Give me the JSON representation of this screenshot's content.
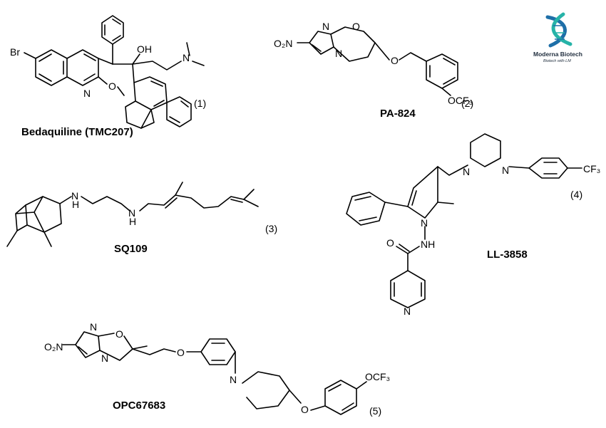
{
  "logo": {
    "brand": "Moderna Biotech",
    "tagline": "Biotech with LM",
    "colors": {
      "blue": "#1e6fa8",
      "teal": "#26b3a8",
      "dark": "#1f2d3d"
    }
  },
  "compounds": [
    {
      "id": "bedaquiline",
      "name": "Bedaquiline (TMC207)",
      "number": "(1)",
      "labels": {
        "br": "Br",
        "n": "N",
        "o": "O",
        "oh": "OH",
        "nme": "N"
      }
    },
    {
      "id": "pa824",
      "name": "PA-824",
      "number": "(2)",
      "labels": {
        "no2": "O₂N",
        "n1": "N",
        "n2": "N",
        "o_ring": "O",
        "o_ether": "O",
        "ocf3": "OCF₃"
      }
    },
    {
      "id": "sq109",
      "name": "SQ109",
      "number": "(3)",
      "labels": {
        "nh1": "N",
        "h1": "H",
        "nh2": "N",
        "h2": "H"
      }
    },
    {
      "id": "ll3858",
      "name": "LL-3858",
      "number": "(4)",
      "labels": {
        "pip_n1": "N",
        "pip_n2": "N",
        "cf3": "CF₃",
        "pyrrole_n": "N",
        "nh": "NH",
        "o": "O",
        "py_n": "N"
      }
    },
    {
      "id": "opc67683",
      "name": "OPC67683",
      "number": "(5)",
      "labels": {
        "no2": "O₂N",
        "n1": "N",
        "n2": "N",
        "o_ring": "O",
        "o_ether": "O",
        "pip_n": "N",
        "o_link": "O",
        "ocf3": "OCF₃"
      }
    }
  ]
}
